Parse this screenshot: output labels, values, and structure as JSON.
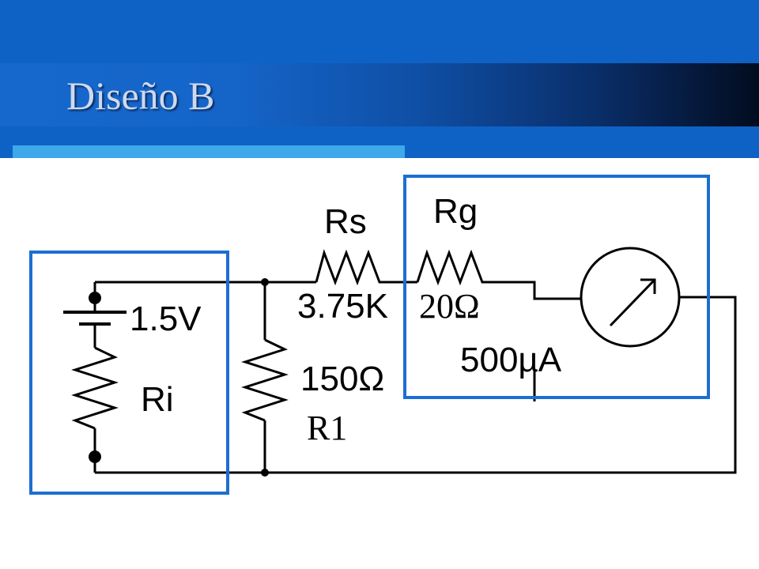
{
  "slide": {
    "title": "Diseño B"
  },
  "circuit": {
    "source_label": "1.5V",
    "ri_label": "Ri",
    "rs_label": "Rs",
    "rs_value": "3.75K",
    "rg_label": "Rg",
    "meter_value": "500µA",
    "shunt_value": "150Ω",
    "rg_value_annotation": "20Ω",
    "r1_annotation": "R1"
  },
  "colors": {
    "header_blue": "#0f62c5",
    "accent_strip": "#3da8ea",
    "highlight_box": "#1c6ed1"
  }
}
